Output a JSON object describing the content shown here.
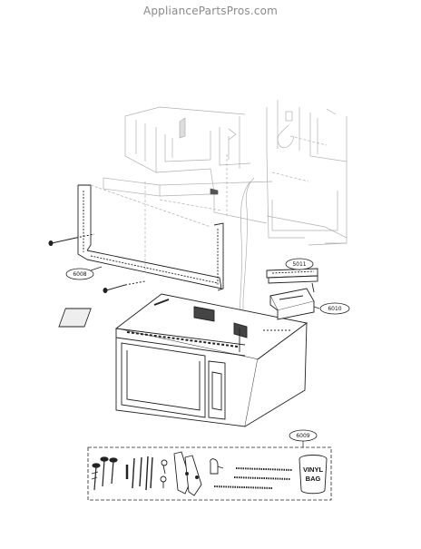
{
  "watermark": "AppliancePartsPros.com",
  "parts": {
    "p5011": "5011",
    "p6010": "6010",
    "p6008": "6008",
    "p6009": "6009"
  },
  "bag": {
    "line1": "VINYL",
    "line2": "BAG"
  }
}
